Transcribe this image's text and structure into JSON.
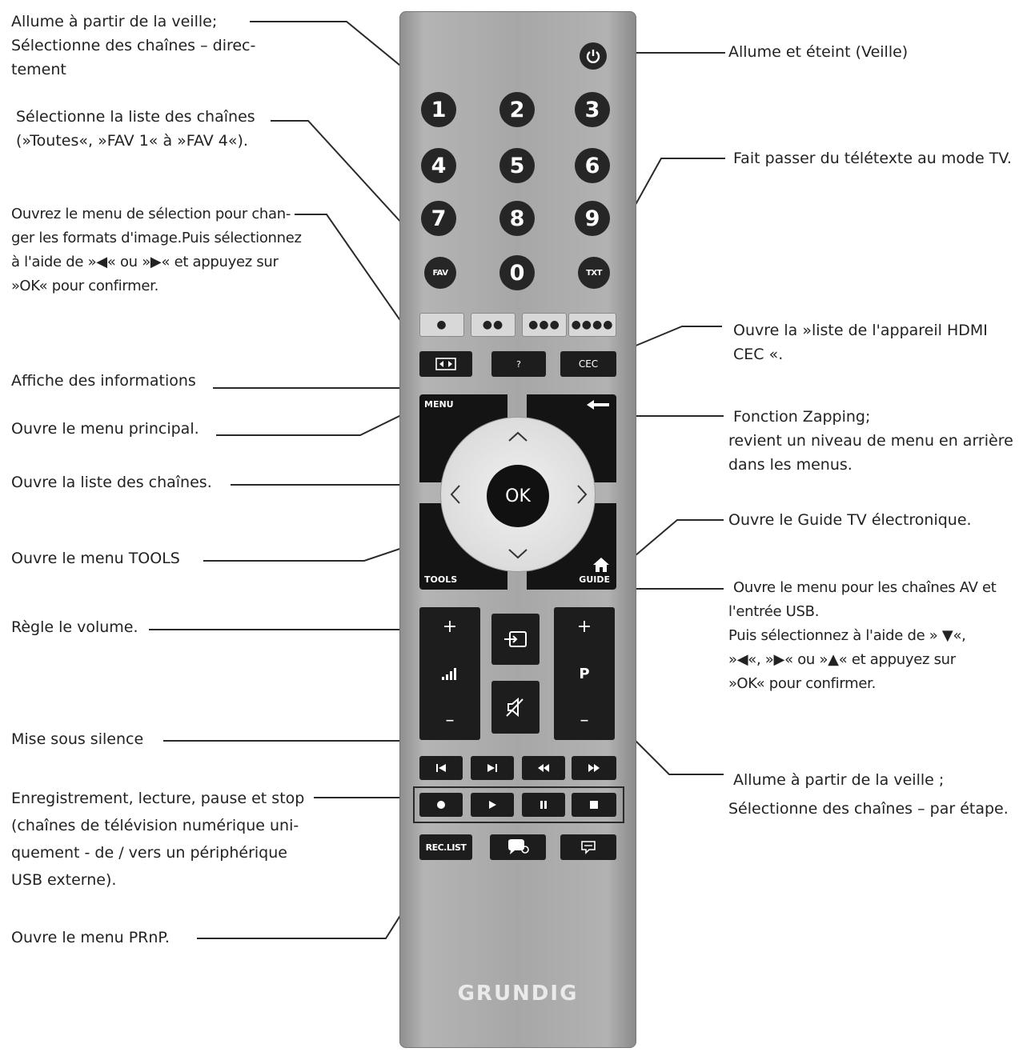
{
  "labels": {
    "standby_direct": [
      "Allume à partir de la veille;",
      "Sélectionne des chaînes – direc-",
      "tement"
    ],
    "channel_list_select": [
      "Sélectionne la liste des chaînes",
      "(»Toutes«, »FAV 1« à »FAV 4«)."
    ],
    "picture_format": [
      "Ouvrez le menu de sélection pour chan-",
      "ger les formats d'image.Puis sélectionnez",
      "à l'aide de »◀« ou »▶« et appuyez sur",
      "»OK« pour confirmer."
    ],
    "info": "Affiche des informations",
    "main_menu": "Ouvre le menu principal.",
    "channel_list": "Ouvre la liste des chaînes.",
    "tools_menu": "Ouvre le menu TOOLS",
    "volume": "Règle le volume.",
    "mute": "Mise sous silence",
    "recording": [
      "Enregistrement, lecture, pause et stop",
      "(chaînes de télévision numérique uni-",
      "quement - de / vers un périphérique",
      "USB externe)."
    ],
    "prnp": "Ouvre le menu PRnP.",
    "power": "Allume et éteint (Veille)",
    "teletext": "Fait passer du télétexte au mode TV.",
    "hdmi_cec": [
      "Ouvre la »liste de l'appareil HDMI",
      "CEC «."
    ],
    "zapping": [
      "Fonction Zapping;",
      "revient un niveau de menu en arrière",
      "dans les menus."
    ],
    "epg": "Ouvre le Guide TV électronique.",
    "av_usb": [
      "Ouvre le menu pour les chaînes AV et",
      "l'entrée USB.",
      "Puis sélectionnez à l'aide de » ▼«,",
      "»◀«, »▶« ou »▲« et appuyez sur",
      "»OK« pour confirmer."
    ],
    "standby_step": [
      "Allume à partir de la veille ;",
      "Sélectionne des chaînes – par étape."
    ]
  },
  "remote": {
    "brand": "GRUNDIG",
    "digits": [
      "1",
      "2",
      "3",
      "4",
      "5",
      "6",
      "7",
      "8",
      "9",
      "0"
    ],
    "fav": "FAV",
    "txt": "TXT",
    "color_keys": [
      "●",
      "●●",
      "●●●",
      "●●●●"
    ],
    "info_key": "?",
    "cec_key": "CEC",
    "menu_key": "MENU",
    "tools_key": "TOOLS",
    "guide_key": "GUIDE",
    "ok_key": "OK",
    "plus": "+",
    "minus": "–",
    "p_key": "P",
    "rec_list": "REC.LIST"
  },
  "colors": {
    "remote_body": "#a9a9a9",
    "button": "#1d1d1d",
    "ring": "#e4e4e4"
  }
}
